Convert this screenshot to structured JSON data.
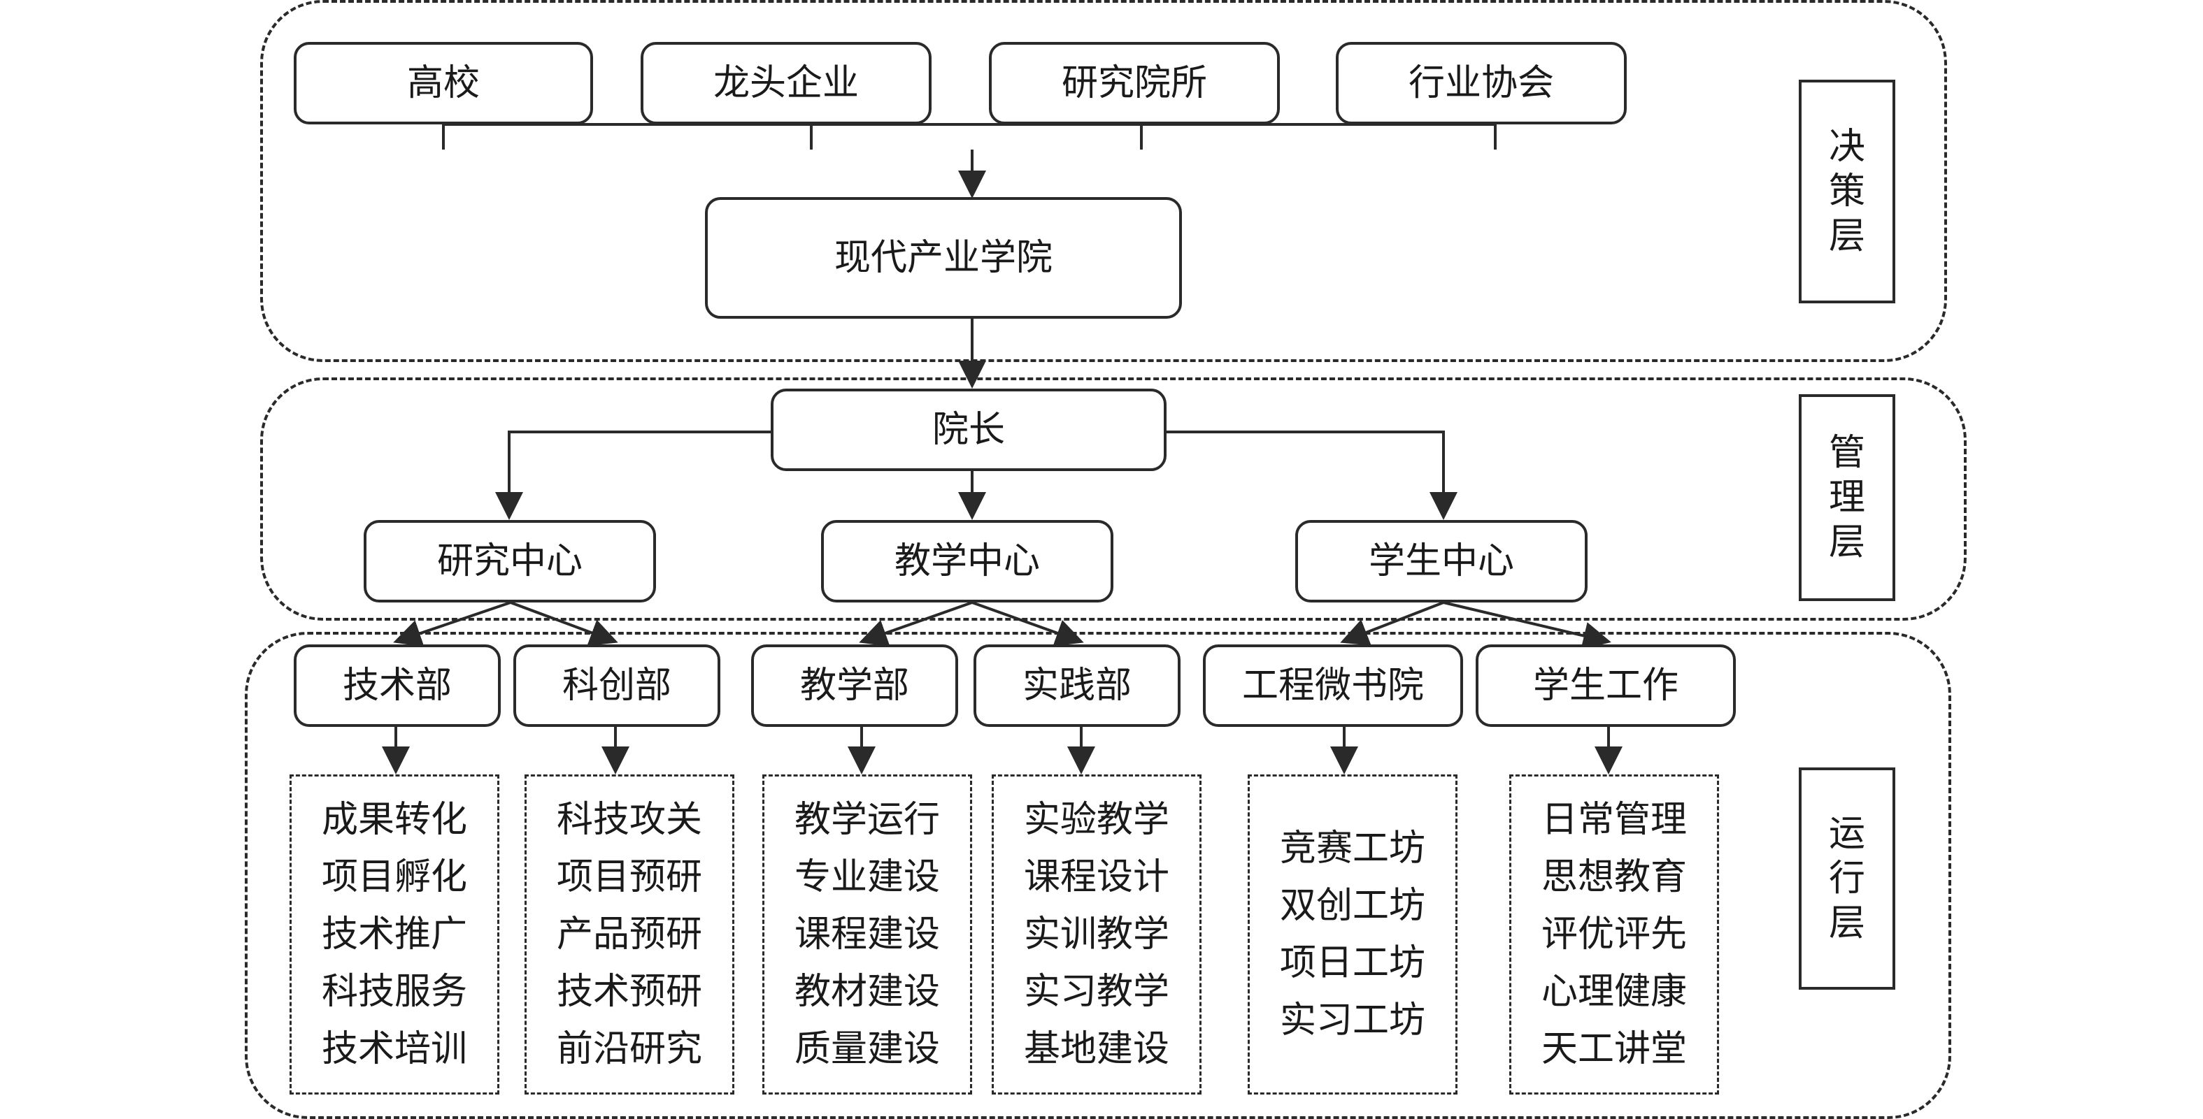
{
  "layers": {
    "decision": "决策层",
    "management": "管理层",
    "operation": "运行层"
  },
  "founders": [
    "高校",
    "龙头企业",
    "研究院所",
    "行业协会"
  ],
  "college": "现代产业学院",
  "dean": "院长",
  "centers": [
    "研究中心",
    "教学中心",
    "学生中心"
  ],
  "departments": [
    "技术部",
    "科创部",
    "教学部",
    "实践部",
    "工程微书院",
    "学生工作"
  ],
  "tasks": [
    [
      "成果转化",
      "项目孵化",
      "技术推广",
      "科技服务",
      "技术培训"
    ],
    [
      "科技攻关",
      "项目预研",
      "产品预研",
      "技术预研",
      "前沿研究"
    ],
    [
      "教学运行",
      "专业建设",
      "课程建设",
      "教材建设",
      "质量建设"
    ],
    [
      "实验教学",
      "课程设计",
      "实训教学",
      "实习教学",
      "基地建设"
    ],
    [
      "竞赛工坊",
      "双创工坊",
      "项日工坊",
      "实习工坊"
    ],
    [
      "日常管理",
      "思想教育",
      "评优评先",
      "心理健康",
      "天工讲堂"
    ]
  ]
}
